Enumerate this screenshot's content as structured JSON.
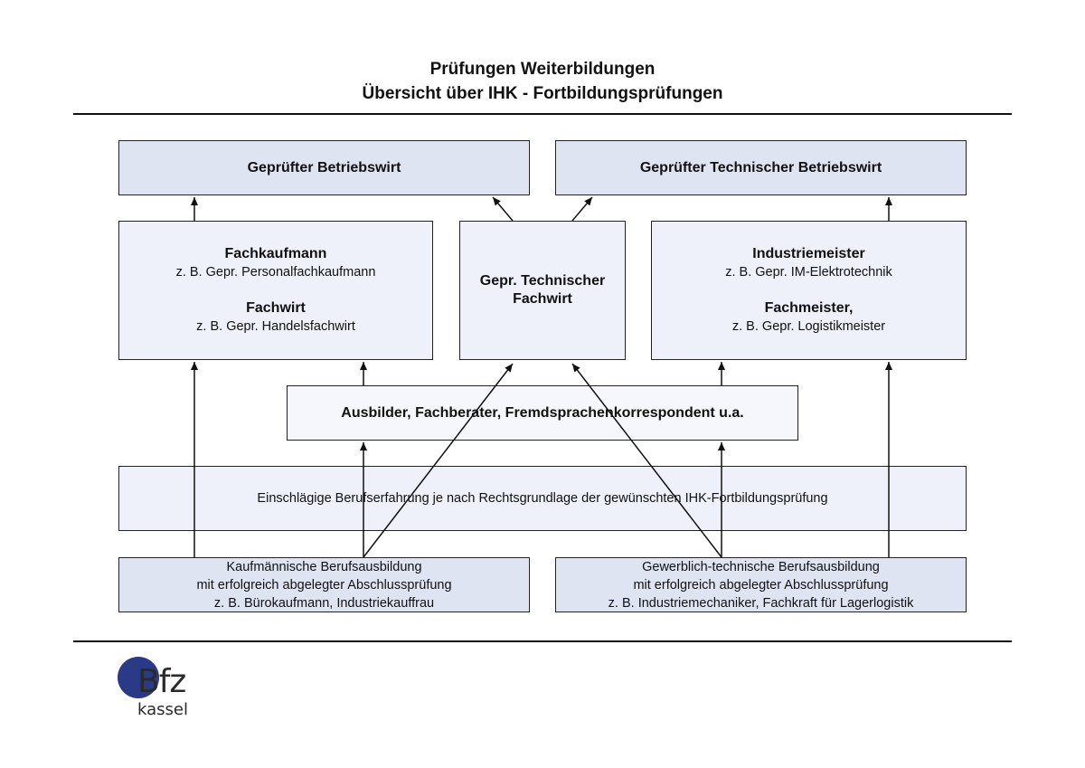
{
  "header": {
    "title_line1": "Prüfungen Weiterbildungen",
    "title_line2": "Übersicht über IHK - Fortbildungsprüfungen"
  },
  "boxes": {
    "betriebswirt": {
      "label": "Geprüfter Betriebswirt"
    },
    "tech_betriebswirt": {
      "label": "Geprüfter Technischer Betriebswirt"
    },
    "kaufm_level": {
      "title1": "Fachkaufmann",
      "example1": "z. B. Gepr. Personalfachkaufmann",
      "title2": "Fachwirt",
      "example2": "z. B. Gepr. Handelsfachwirt"
    },
    "tech_fachwirt": {
      "line1": "Gepr. Technischer",
      "line2": "Fachwirt"
    },
    "meister_level": {
      "title1": "Industriemeister",
      "example1": "z. B. Gepr. IM-Elektrotechnik",
      "title2": "Fachmeister,",
      "example2": "z. B. Gepr. Logistikmeister"
    },
    "ausbilder": {
      "label": "Ausbilder, Fachberater, Fremdsprachenkorrespondent u.a."
    },
    "berufserfahrung": {
      "label": "Einschlägige Berufserfahrung je nach Rechtsgrundlage der gewünschten IHK-Fortbildungsprüfung"
    },
    "kaufm_ausbildung": {
      "line1": "Kaufmännische Berufsausbildung",
      "line2": "mit erfolgreich abgelegter Abschlussprüfung",
      "line3": "z. B. Bürokaufmann, Industriekauffrau"
    },
    "gewerbl_ausbildung": {
      "line1": "Gewerblich-technische Berufsausbildung",
      "line2": "mit erfolgreich abgelegter Abschlussprüfung",
      "line3": "z. B. Industriemechaniker, Fachkraft für Lagerlogistik"
    }
  },
  "logo": {
    "brand": "Bfz",
    "city": "kassel"
  },
  "colors": {
    "box_dark": "#dfe4f3",
    "box_light": "#eef0fa",
    "logo_blue": "#2a3a86"
  }
}
